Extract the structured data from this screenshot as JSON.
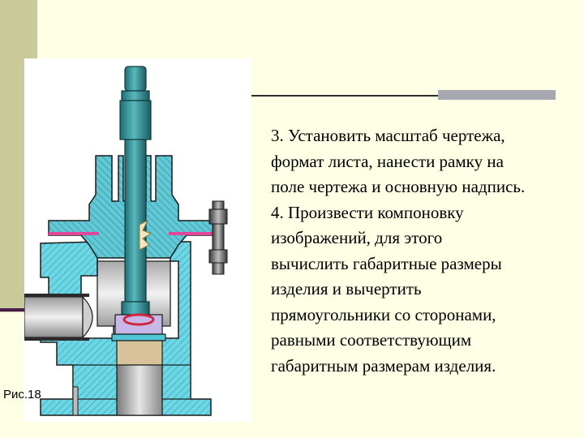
{
  "slide": {
    "caption": "Рис.18",
    "text_lines": [
      "3. Установить масштаб чертежа,",
      "формат листа, нанести рамку на",
      "поле чертежа и основную надпись.",
      "4. Произвести компоновку",
      "изображений, для этого",
      "вычислить габаритные размеры",
      "изделия и вычертить",
      "прямоугольники со сторонами,",
      "равными соответствующим",
      "габаритным размерам изделия."
    ]
  },
  "colors": {
    "background": "#ffffe6",
    "left_band": "#c9c99a",
    "body_hatch": "#5fd0e0",
    "shaft": "#2a8f96",
    "gasket": "#e0479a",
    "bushing": "#d9c29a",
    "seal": "#c8b8e8"
  }
}
